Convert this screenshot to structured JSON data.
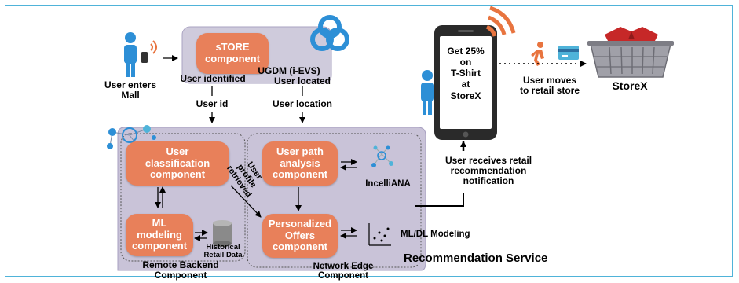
{
  "colors": {
    "component_fill": "#e8805a",
    "region_fill": "#c9c3d8",
    "accent_blue": "#2d8fd6",
    "wifi_orange": "#e8743f",
    "phone_dark": "#2a2a2a"
  },
  "left_user": {
    "line1": "User enters",
    "line2": "Mall"
  },
  "store": {
    "line1": "sTORE",
    "line2": "component"
  },
  "ugdm": {
    "label": "UGDM (i-EVS)"
  },
  "flow": {
    "user_identified": "User identified",
    "user_located": "User located",
    "user_id": "User id",
    "user_location": "User location"
  },
  "remote": {
    "classification": {
      "line1": "User",
      "line2": "classification",
      "line3": "component"
    },
    "ml": {
      "line1": "ML",
      "line2": "modeling",
      "line3": "component"
    },
    "historical": {
      "line1": "Historical",
      "line2": "Retail Data"
    },
    "region": {
      "line1": "Remote Backend",
      "line2": "Component"
    }
  },
  "edge": {
    "path": {
      "line1": "User path",
      "line2": "analysis",
      "line3": "component"
    },
    "offers": {
      "line1": "Personalized",
      "line2": "Offers",
      "line3": "component"
    },
    "region": {
      "line1": "Network Edge",
      "line2": "Component"
    },
    "incelli": "IncelliANA",
    "mldl": "ML/DL Modeling"
  },
  "profile": {
    "line1": "User",
    "line2": "profile",
    "line3": "retrieved"
  },
  "recommendation_service": "Recommendation Service",
  "phone": {
    "line1": "Get 25%",
    "line2": "on",
    "line3": "T-Shirt",
    "line4": "at",
    "line5": "StoreX"
  },
  "notification": {
    "line1": "User receives retail",
    "line2": "recommendation",
    "line3": "notification"
  },
  "moves": {
    "line1": "User moves",
    "line2": "to retail store"
  },
  "store_x": "StoreX",
  "icons": [
    "user-icon",
    "wifi-icon",
    "triskelion-icon",
    "network-icon",
    "database-icon",
    "scatter-icon",
    "walking-icon",
    "credit-card-icon",
    "basket-icon",
    "smartphone-icon"
  ]
}
